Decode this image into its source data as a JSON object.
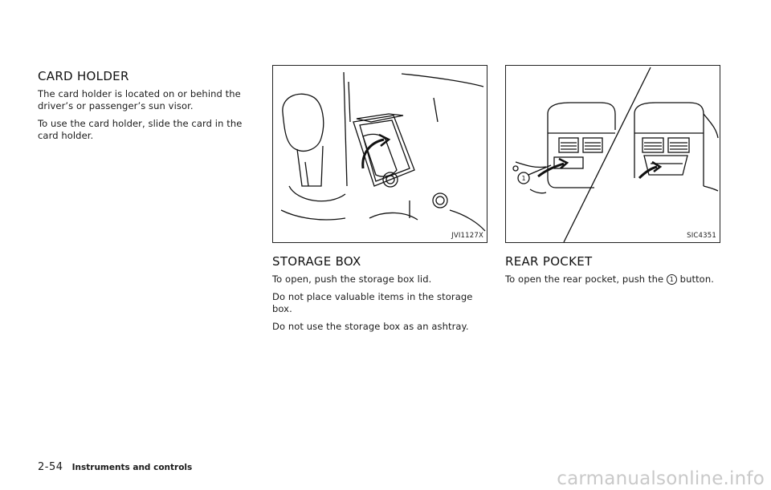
{
  "col1": {
    "heading": "CARD HOLDER",
    "paragraphs": [
      "The card holder is located on or behind the driver’s or passenger’s sun visor.",
      "To use the card holder, slide the card in the card holder."
    ]
  },
  "col2": {
    "figure_code": "JVI1127X",
    "heading": "STORAGE BOX",
    "paragraphs": [
      "To open, push the storage box lid.",
      "Do not place valuable items in the storage box.",
      "Do not use the storage box as an ashtray."
    ]
  },
  "col3": {
    "figure_code": "SIC4351",
    "figure_callout": "1",
    "heading": "REAR POCKET",
    "paragraph_before": "To open the rear pocket, push the",
    "callout": "1",
    "paragraph_after": "button."
  },
  "footer": {
    "page_number": "2-54",
    "section": "Instruments and controls"
  },
  "watermark": "carmanualsonline.info"
}
